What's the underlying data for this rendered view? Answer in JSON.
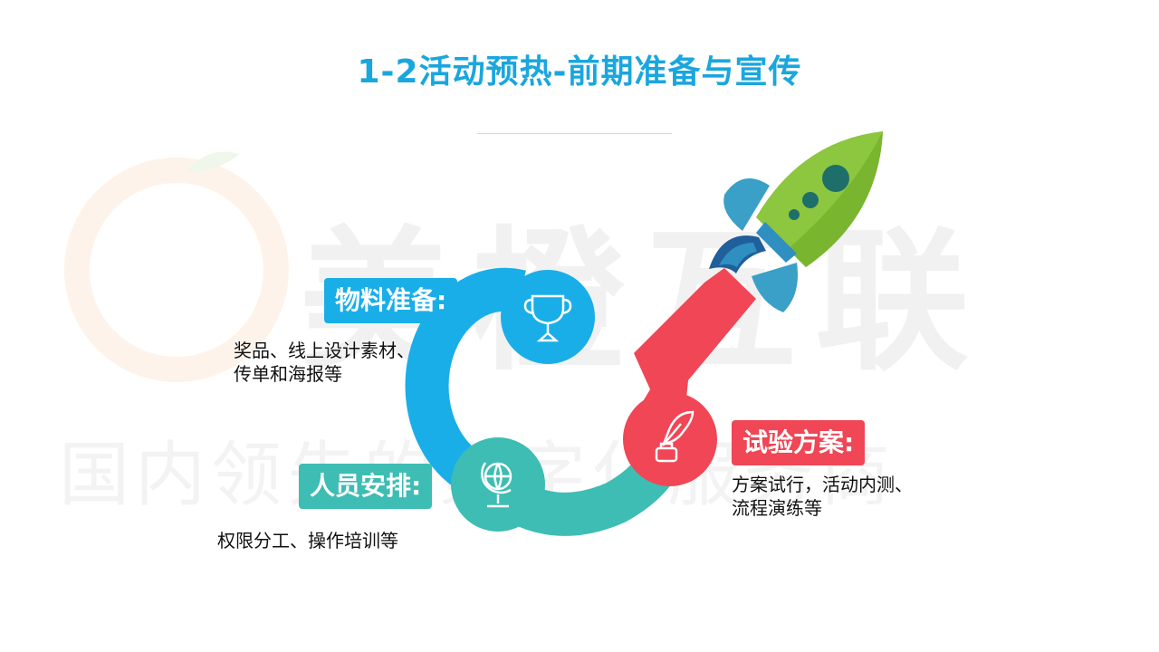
{
  "title": "1-2活动预热-前期准备与宣传",
  "watermark": {
    "brand": "美橙互联",
    "tagline": "国内领先的数字化服务商"
  },
  "steps": [
    {
      "label": "物料准备:",
      "description": "奖品、线上设计素材、传单和海报等",
      "color": "#19aee8",
      "icon": "trophy-icon"
    },
    {
      "label": "人员安排:",
      "description": "权限分工、操作培训等",
      "color": "#3dbdb3",
      "icon": "globe-icon"
    },
    {
      "label": "试验方案:",
      "description": "方案试行，活动内测、流程演练等",
      "color": "#f04656",
      "icon": "quill-ink-icon"
    }
  ],
  "rocket": {
    "body_color": "#8dc63f",
    "fin_color": "#3aa0c8",
    "window_color": "#1e6f6a",
    "flame_color": "#1f5f9a",
    "icon": "rocket-icon"
  }
}
